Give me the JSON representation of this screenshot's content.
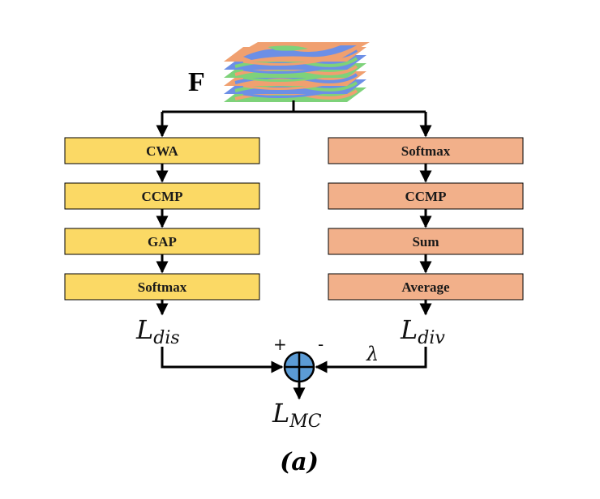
{
  "feature_label": "F",
  "left_branch": {
    "color": "#FBD965",
    "boxes": [
      "CWA",
      "CCMP",
      "GAP",
      "Softmax"
    ],
    "loss": {
      "symbol": "L",
      "subscript": "dis"
    }
  },
  "right_branch": {
    "color": "#F2B08A",
    "boxes": [
      "Softmax",
      "CCMP",
      "Sum",
      "Average"
    ],
    "loss": {
      "symbol": "L",
      "subscript": "div"
    }
  },
  "combiner": {
    "color": "#5B9BD5",
    "plus_sign": "+",
    "minus_sign": "-",
    "weight": "λ"
  },
  "output_loss": {
    "symbol": "L",
    "subscript": "MC"
  },
  "caption": "(a)",
  "feature_stack_colors": [
    "#F0A070",
    "#6C8FE6",
    "#7ED27A"
  ]
}
